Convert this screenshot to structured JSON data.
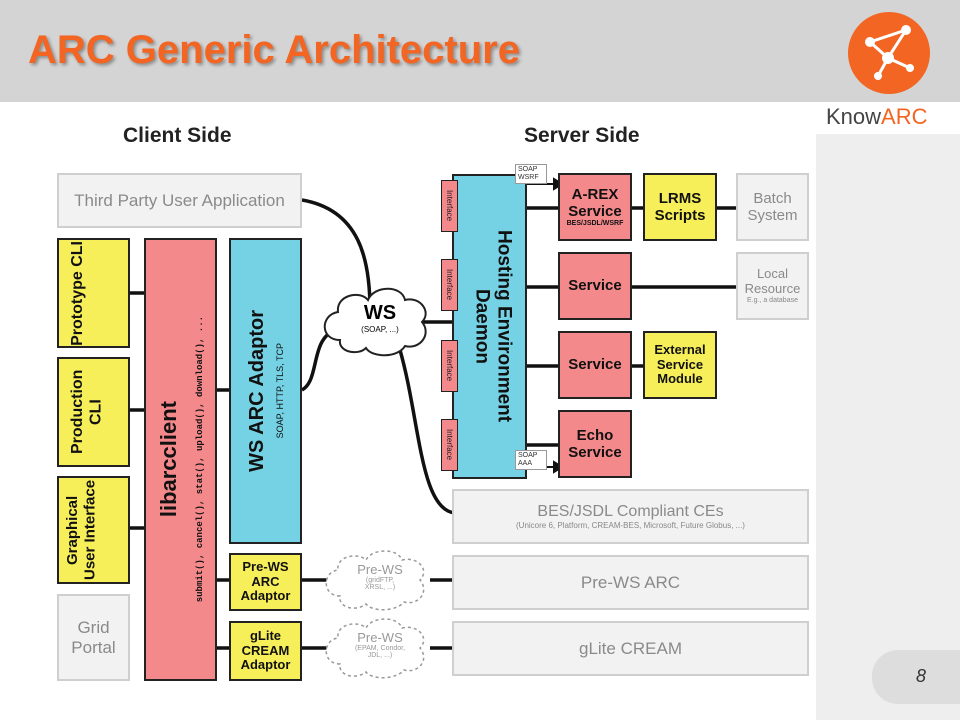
{
  "slide": {
    "title": "ARC Generic Architecture",
    "logo_prefix": "Know",
    "logo_suffix": "ARC",
    "page_number": "8"
  },
  "headers": {
    "client": "Client Side",
    "server": "Server Side"
  },
  "client": {
    "third_party": "Third Party User Application",
    "prototype_cli": "Prototype CLI",
    "production_cli": "Production CLI",
    "gui": "Graphical User Interface",
    "grid_portal": "Grid Portal",
    "libarcclient": "libarcclient",
    "libarcclient_methods": "submit(), cancel(), stat(), upload(), download(), ...",
    "ws_adaptor": "WS ARC Adaptor",
    "ws_adaptor_sub": "SOAP, HTTP, TLS, TCP",
    "prews_adaptor": "Pre-WS ARC Adaptor",
    "glite_adaptor": "gLite CREAM Adaptor"
  },
  "clouds": {
    "ws": "WS",
    "ws_sub": "(SOAP, ...)",
    "prews1": "Pre-WS",
    "prews1_sub": "(gridFTP, XRSL, ...)",
    "prews2": "Pre-WS",
    "prews2_sub": "(EPAM, Condor, JDL, ...)"
  },
  "server": {
    "hed": "Hosting Environment Daemon",
    "interface_label": "Interface",
    "soap_wsrf": "SOAP WSRF",
    "soap_aaa": "SOAP AAA",
    "arex": "A-REX Service",
    "arex_sub": "BES/JSDL/WSRF",
    "service1": "Service",
    "service2": "Service",
    "echo": "Echo Service",
    "lrms": "LRMS Scripts",
    "external": "External Service Module",
    "batch": "Batch System",
    "local_resource": "Local Resource",
    "local_resource_sub": "E.g., a database",
    "bes": "BES/JSDL Compliant CEs",
    "bes_sub": "(Unicore 6, Platform, CREAM-BES, Microsoft, Future Globus, ...)",
    "prews_arc": "Pre-WS ARC",
    "glite_cream": "gLite CREAM"
  },
  "colors": {
    "accent": "#f26522",
    "yellow": "#f7ef5a",
    "pink": "#f4898c",
    "cyan": "#74d2e4",
    "gray_box": "#f2f2f2"
  }
}
